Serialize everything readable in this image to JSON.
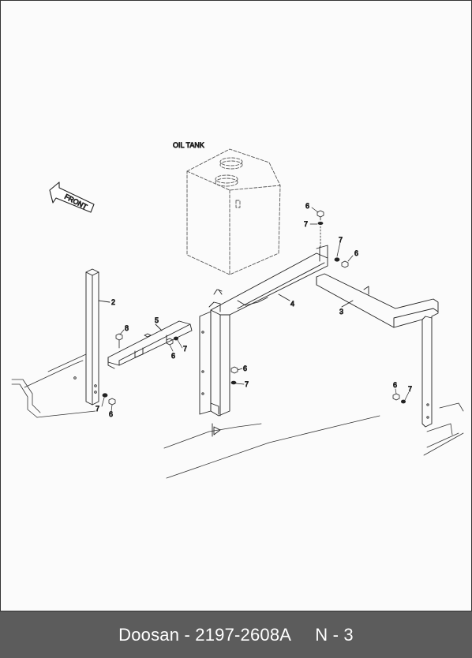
{
  "drawing": {
    "oil_tank_label": "OIL TANK",
    "front_label": "FRONT",
    "callouts": {
      "part2": "2",
      "part3": "3",
      "part4": "4",
      "part5": "5",
      "part6_a": "6",
      "part6_b": "6",
      "part6_c": "6",
      "part6_d": "6",
      "part6_e": "6",
      "part6_f": "6",
      "part7_a": "7",
      "part7_b": "7",
      "part7_c": "7",
      "part7_d": "7",
      "part7_e": "7",
      "part7_f": "7",
      "part8": "8"
    }
  },
  "footer": {
    "brand_and_number": "Doosan - 2197-2608A",
    "page": "N - 3"
  }
}
